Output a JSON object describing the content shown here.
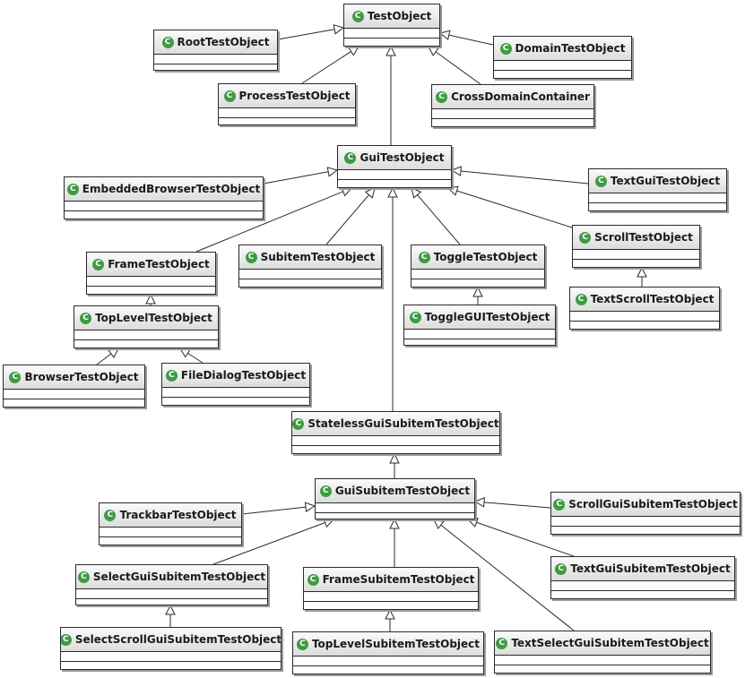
{
  "diagram": {
    "classes": [
      {
        "id": "TestObject",
        "name": "TestObject",
        "icon": "class-c-icon"
      },
      {
        "id": "RootTestObject",
        "name": "RootTestObject",
        "icon": "class-c-icon"
      },
      {
        "id": "DomainTestObject",
        "name": "DomainTestObject",
        "icon": "class-c-icon"
      },
      {
        "id": "ProcessTestObject",
        "name": "ProcessTestObject",
        "icon": "class-c-icon"
      },
      {
        "id": "CrossDomainContainer",
        "name": "CrossDomainContainer",
        "icon": "class-c-icon"
      },
      {
        "id": "GuiTestObject",
        "name": "GuiTestObject",
        "icon": "class-c-icon"
      },
      {
        "id": "EmbeddedBrowserTestObject",
        "name": "EmbeddedBrowserTestObject",
        "icon": "class-c-icon"
      },
      {
        "id": "TextGuiTestObject",
        "name": "TextGuiTestObject",
        "icon": "class-c-icon"
      },
      {
        "id": "FrameTestObject",
        "name": "FrameTestObject",
        "icon": "class-c-icon"
      },
      {
        "id": "SubitemTestObject",
        "name": "SubitemTestObject",
        "icon": "class-c-icon"
      },
      {
        "id": "ToggleTestObject",
        "name": "ToggleTestObject",
        "icon": "class-c-icon"
      },
      {
        "id": "ScrollTestObject",
        "name": "ScrollTestObject",
        "icon": "class-c-icon"
      },
      {
        "id": "TextScrollTestObject",
        "name": "TextScrollTestObject",
        "icon": "class-c-icon"
      },
      {
        "id": "ToggleGUITestObject",
        "name": "ToggleGUITestObject",
        "icon": "class-c-icon"
      },
      {
        "id": "TopLevelTestObject",
        "name": "TopLevelTestObject",
        "icon": "class-c-icon"
      },
      {
        "id": "BrowserTestObject",
        "name": "BrowserTestObject",
        "icon": "class-c-icon"
      },
      {
        "id": "FileDialogTestObject",
        "name": "FileDialogTestObject",
        "icon": "class-c-icon"
      },
      {
        "id": "StatelessGuiSubitemTestObject",
        "name": "StatelessGuiSubitemTestObject",
        "icon": "class-c-icon"
      },
      {
        "id": "GuiSubitemTestObject",
        "name": "GuiSubitemTestObject",
        "icon": "class-c-icon"
      },
      {
        "id": "TrackbarTestObject",
        "name": "TrackbarTestObject",
        "icon": "class-c-icon"
      },
      {
        "id": "ScrollGuiSubitemTestObject",
        "name": "ScrollGuiSubitemTestObject",
        "icon": "class-c-icon"
      },
      {
        "id": "SelectGuiSubitemTestObject",
        "name": "SelectGuiSubitemTestObject",
        "icon": "class-c-icon"
      },
      {
        "id": "FrameSubitemTestObject",
        "name": "FrameSubitemTestObject",
        "icon": "class-c-icon"
      },
      {
        "id": "TextGuiSubitemTestObject",
        "name": "TextGuiSubitemTestObject",
        "icon": "class-c-icon"
      },
      {
        "id": "SelectScrollGuiSubitemTestObject",
        "name": "SelectScrollGuiSubitemTestObject",
        "icon": "class-c-icon"
      },
      {
        "id": "TopLevelSubitemTestObject",
        "name": "TopLevelSubitemTestObject",
        "icon": "class-c-icon"
      },
      {
        "id": "TextSelectGuiSubitemTestObject",
        "name": "TextSelectGuiSubitemTestObject",
        "icon": "class-c-icon"
      }
    ],
    "inheritance": [
      {
        "from": "RootTestObject",
        "to": "TestObject"
      },
      {
        "from": "DomainTestObject",
        "to": "TestObject"
      },
      {
        "from": "ProcessTestObject",
        "to": "TestObject"
      },
      {
        "from": "CrossDomainContainer",
        "to": "TestObject"
      },
      {
        "from": "GuiTestObject",
        "to": "TestObject"
      },
      {
        "from": "EmbeddedBrowserTestObject",
        "to": "GuiTestObject"
      },
      {
        "from": "TextGuiTestObject",
        "to": "GuiTestObject"
      },
      {
        "from": "FrameTestObject",
        "to": "GuiTestObject"
      },
      {
        "from": "SubitemTestObject",
        "to": "GuiTestObject"
      },
      {
        "from": "ToggleTestObject",
        "to": "GuiTestObject"
      },
      {
        "from": "ScrollTestObject",
        "to": "GuiTestObject"
      },
      {
        "from": "StatelessGuiSubitemTestObject",
        "to": "GuiTestObject"
      },
      {
        "from": "TextScrollTestObject",
        "to": "ScrollTestObject"
      },
      {
        "from": "ToggleGUITestObject",
        "to": "ToggleTestObject"
      },
      {
        "from": "TopLevelTestObject",
        "to": "FrameTestObject"
      },
      {
        "from": "BrowserTestObject",
        "to": "TopLevelTestObject"
      },
      {
        "from": "FileDialogTestObject",
        "to": "TopLevelTestObject"
      },
      {
        "from": "GuiSubitemTestObject",
        "to": "StatelessGuiSubitemTestObject"
      },
      {
        "from": "TrackbarTestObject",
        "to": "GuiSubitemTestObject"
      },
      {
        "from": "ScrollGuiSubitemTestObject",
        "to": "GuiSubitemTestObject"
      },
      {
        "from": "SelectGuiSubitemTestObject",
        "to": "GuiSubitemTestObject"
      },
      {
        "from": "FrameSubitemTestObject",
        "to": "GuiSubitemTestObject"
      },
      {
        "from": "TextGuiSubitemTestObject",
        "to": "GuiSubitemTestObject"
      },
      {
        "from": "TextSelectGuiSubitemTestObject",
        "to": "GuiSubitemTestObject"
      },
      {
        "from": "SelectScrollGuiSubitemTestObject",
        "to": "SelectGuiSubitemTestObject"
      },
      {
        "from": "TopLevelSubitemTestObject",
        "to": "FrameSubitemTestObject"
      }
    ],
    "colors": {
      "icon": "#3f9b43",
      "line": "#2a2a2a"
    }
  }
}
